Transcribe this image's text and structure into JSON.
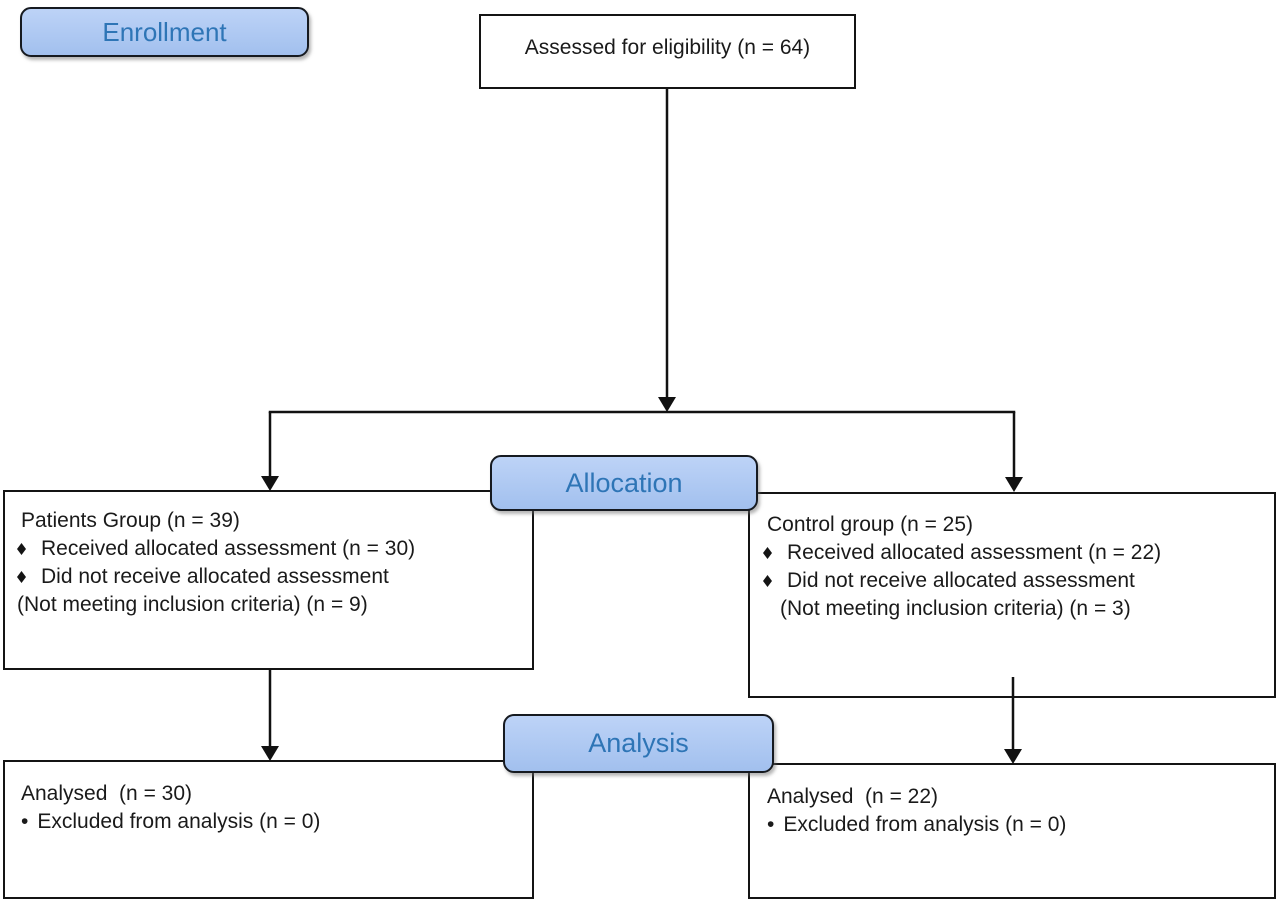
{
  "diagram": {
    "type": "consort-flow-diagram",
    "pills": {
      "enrollment": {
        "label": "Enrollment"
      },
      "allocation": {
        "label": "Allocation"
      },
      "analysis": {
        "label": "Analysis"
      }
    },
    "boxes": {
      "assessed": {
        "text": "Assessed for eligibility (n = 64)"
      },
      "patients": {
        "lines": [
          {
            "style": "plain",
            "text": "Patients Group (n = 39)"
          },
          {
            "style": "diamond",
            "text": "Received allocated assessment (n = 30)"
          },
          {
            "style": "diamond",
            "text": "Did not receive allocated assessment"
          },
          {
            "style": "cont",
            "text": "(Not meeting inclusion criteria) (n = 9)"
          }
        ]
      },
      "control": {
        "lines": [
          {
            "style": "plain",
            "text": "Control group (n = 25)"
          },
          {
            "style": "diamond",
            "text": "Received allocated assessment (n = 22)"
          },
          {
            "style": "diamond",
            "text": "Did not receive allocated assessment"
          },
          {
            "style": "cont",
            "text": "(Not meeting inclusion criteria) (n = 3)"
          }
        ]
      },
      "analysed_left": {
        "lines": [
          {
            "style": "plain",
            "text": "Analysed  (n = 30)"
          },
          {
            "style": "dot",
            "text": "Excluded from analysis (n = 0)"
          }
        ]
      },
      "analysed_right": {
        "lines": [
          {
            "style": "plain",
            "text": "Analysed  (n = 22)"
          },
          {
            "style": "dot",
            "text": "Excluded from analysis (n = 0)"
          }
        ]
      }
    },
    "icons": {
      "dot_bullet": "•",
      "diamond_bullet": "♦"
    },
    "colors": {
      "pill_fill_top": "#bdd3f7",
      "pill_fill_bottom": "#a2c0ee",
      "pill_text": "#2e75b6",
      "pill_border": "#161a20",
      "box_border": "#141414",
      "text": "#1a1a1a",
      "connector": "#111111",
      "background": "#ffffff"
    }
  }
}
